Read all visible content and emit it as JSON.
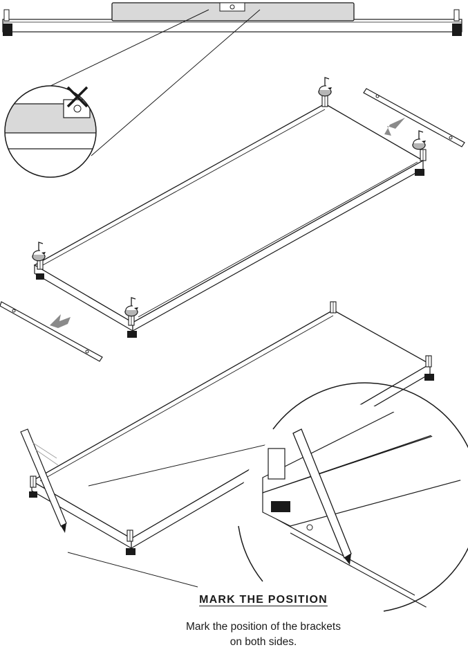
{
  "instruction": {
    "title": "MARK THE POSITION",
    "text_line1": "Mark the position of the brackets",
    "text_line2": "on both sides."
  },
  "icons": [
    "level-icon",
    "cross-mark-icon",
    "rotate-arrow-icon",
    "push-arrow-icon",
    "pencil-icon",
    "bracket-icon",
    "magnifier-circle"
  ],
  "colors": {
    "line": "#1a1a1a",
    "panel_grey": "#d9d9d9",
    "arrow_grey": "#8a8a8a"
  }
}
